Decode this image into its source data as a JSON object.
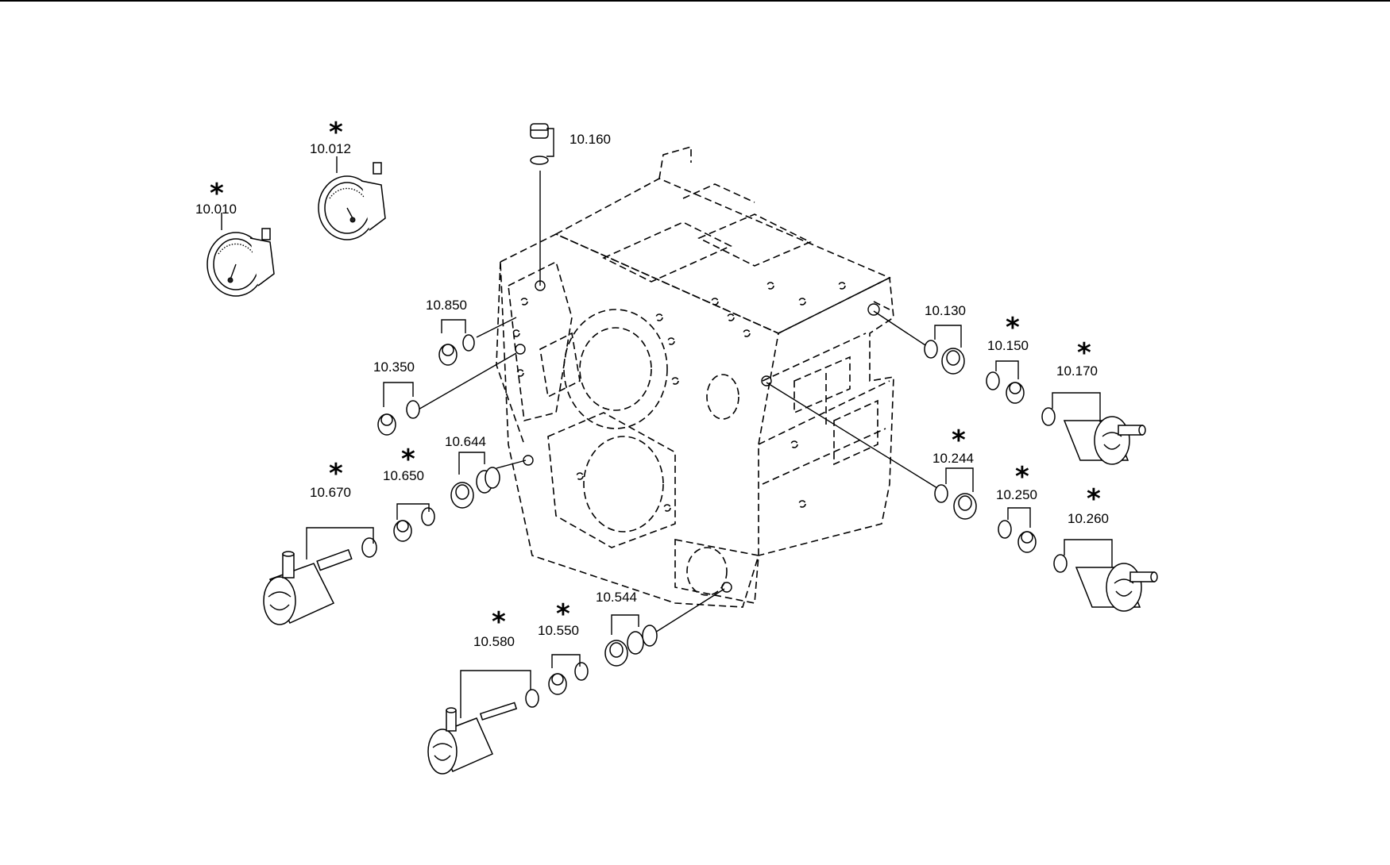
{
  "drawing": {
    "callouts": [
      {
        "id": "10.010",
        "starred": true
      },
      {
        "id": "10.012",
        "starred": true
      },
      {
        "id": "10.160",
        "starred": false
      },
      {
        "id": "10.850",
        "starred": false
      },
      {
        "id": "10.350",
        "starred": false
      },
      {
        "id": "10.644",
        "starred": false
      },
      {
        "id": "10.650",
        "starred": true
      },
      {
        "id": "10.670",
        "starred": true
      },
      {
        "id": "10.544",
        "starred": false
      },
      {
        "id": "10.550",
        "starred": true
      },
      {
        "id": "10.580",
        "starred": true
      },
      {
        "id": "10.130",
        "starred": false
      },
      {
        "id": "10.150",
        "starred": true
      },
      {
        "id": "10.170",
        "starred": true
      },
      {
        "id": "10.244",
        "starred": true
      },
      {
        "id": "10.250",
        "starred": true
      },
      {
        "id": "10.260",
        "starred": true
      }
    ],
    "star_symbol": "*"
  }
}
